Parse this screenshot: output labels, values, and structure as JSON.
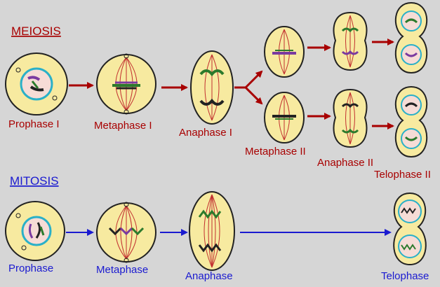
{
  "sections": {
    "meiosis": "MEIOSIS",
    "mitosis": "MITOSIS"
  },
  "meiosis_stages": {
    "prophase_1": "Prophase I",
    "metaphase_1": "Metaphase I",
    "anaphase_1": "Anaphase I",
    "metaphase_2": "Metaphase II",
    "anaphase_2": "Anaphase II",
    "telophase_2": "Telophase II"
  },
  "mitosis_stages": {
    "prophase": "Prophase",
    "metaphase": "Metaphase",
    "anaphase": "Anaphase",
    "telophase": "Telophase"
  },
  "colors": {
    "background": "#d6d6d6",
    "cell_fill": "#f7eaa0",
    "cell_outline": "#222222",
    "nucleus": "#2ab0c8",
    "meiosis_accent": "#a80000",
    "mitosis_accent": "#1a1ad0",
    "chromosome_dark": "#222222",
    "chromosome_purple": "#7a3aa0",
    "chromosome_green": "#2c7a2c",
    "spindle": "#c23030",
    "nuclear_zone": "#f6dcd6"
  }
}
